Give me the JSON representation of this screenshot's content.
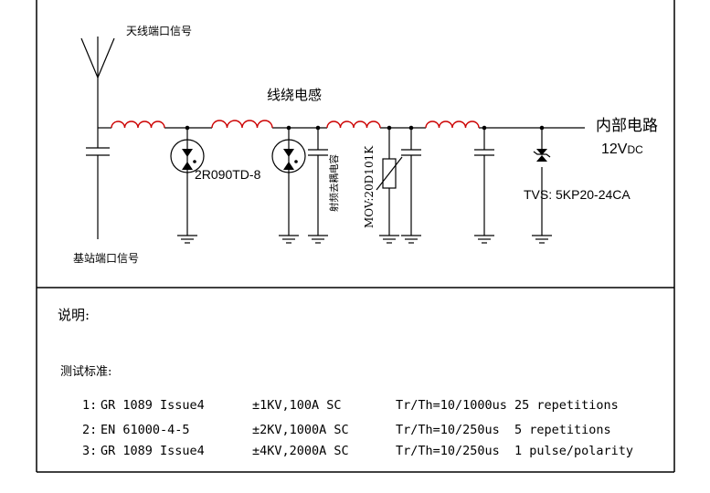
{
  "labels": {
    "antenna": "天线端口信号",
    "base_station": "基站端口信号",
    "coil": "线绕电感",
    "internal_circuit": "内部电路",
    "voltage_main": "12V",
    "voltage_sub": "DC",
    "gdt": "2R090TD-8",
    "rf_cap": "射频去耦电容",
    "mov": "MOV:20D101K",
    "tvs": "TVS: 5KP20-24CA"
  },
  "notes": {
    "heading": "说明:",
    "standard_label": "测试标准:",
    "rows": [
      {
        "index": "1:",
        "standard": "GR 1089 Issue4",
        "level": "±1KV,100A SC",
        "waveform": "Tr/Th=10/1000us",
        "count": "25 repetitions"
      },
      {
        "index": "2:",
        "standard": "EN 61000-4-5",
        "level": "±2KV,1000A SC",
        "waveform": "Tr/Th=10/250us",
        "count": "5 repetitions"
      },
      {
        "index": "3:",
        "standard": "GR 1089 Issue4",
        "level": "±4KV,2000A SC",
        "waveform": "Tr/Th=10/250us",
        "count": "1 pulse/polarity"
      }
    ]
  },
  "colors": {
    "inductor": "#cc0000",
    "wire": "#000000"
  }
}
